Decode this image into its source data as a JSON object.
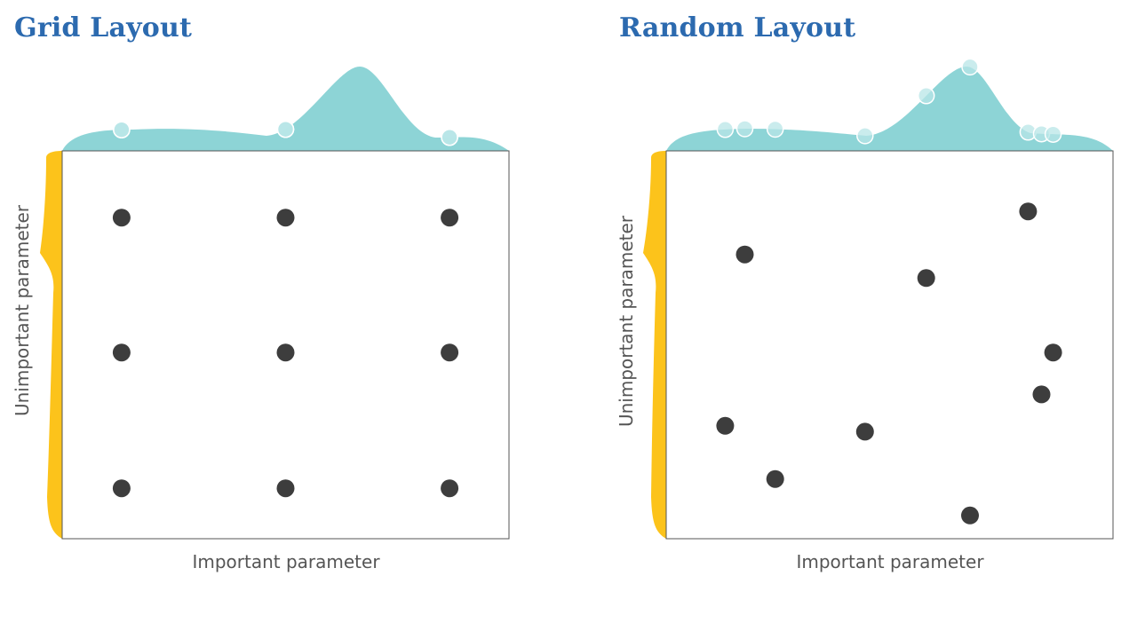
{
  "colors": {
    "title": "#2c6aaf",
    "important_density": "#8dd4d6",
    "unimportant_density": "#fcc31b",
    "point": "#3d3d3d",
    "frame": "#555555"
  },
  "panels": [
    {
      "title": "Grid Layout",
      "x_label": "Important parameter",
      "y_label": "Unimportant parameter",
      "points": [
        [
          0.133,
          0.828
        ],
        [
          0.5,
          0.828
        ],
        [
          0.867,
          0.828
        ],
        [
          0.133,
          0.48
        ],
        [
          0.5,
          0.48
        ],
        [
          0.867,
          0.48
        ],
        [
          0.133,
          0.13
        ],
        [
          0.5,
          0.13
        ],
        [
          0.867,
          0.13
        ]
      ]
    },
    {
      "title": "Random Layout",
      "x_label": "Important parameter",
      "y_label": "Unimportant parameter",
      "points": [
        [
          0.132,
          0.291
        ],
        [
          0.176,
          0.733
        ],
        [
          0.244,
          0.154
        ],
        [
          0.445,
          0.276
        ],
        [
          0.582,
          0.672
        ],
        [
          0.68,
          0.06
        ],
        [
          0.81,
          0.844
        ],
        [
          0.84,
          0.372
        ],
        [
          0.866,
          0.48
        ]
      ]
    }
  ]
}
